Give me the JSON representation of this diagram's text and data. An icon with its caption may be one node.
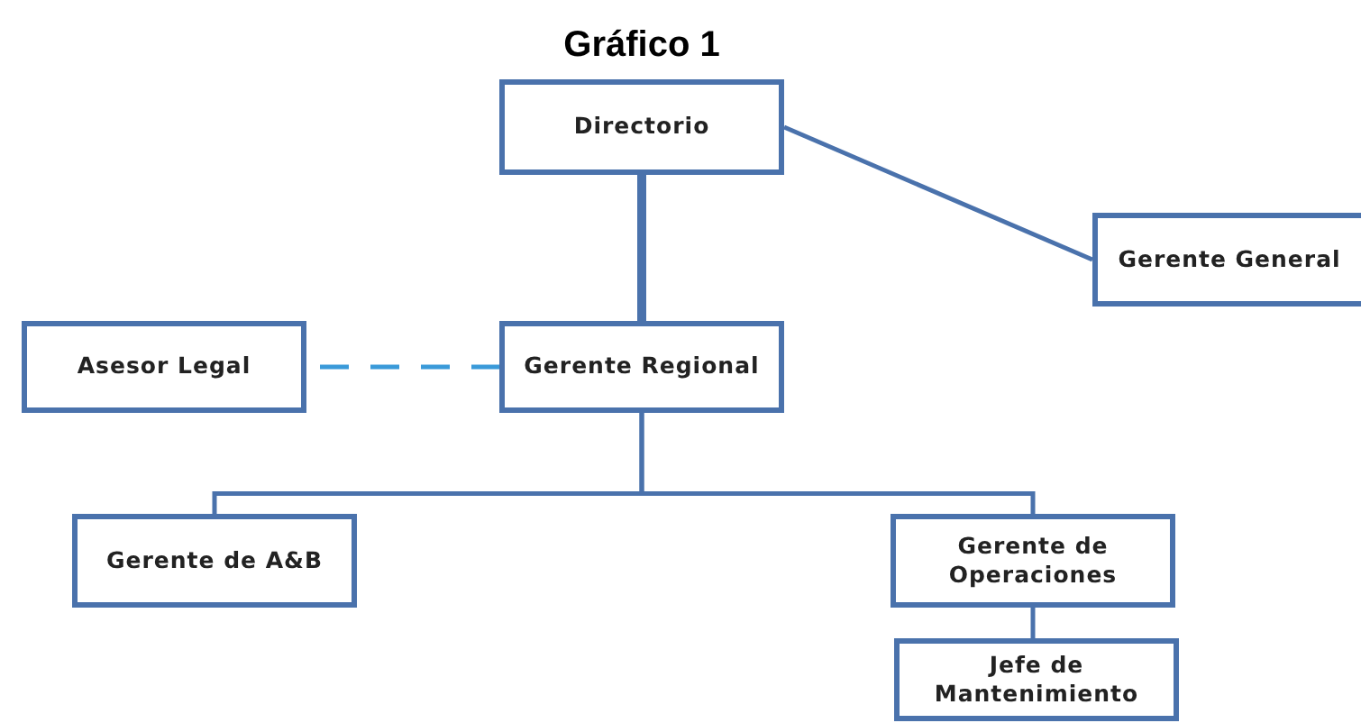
{
  "diagram": {
    "title": "Gráfico 1",
    "nodes": [
      {
        "text": [
          "Directorio"
        ]
      },
      {
        "text": [
          "Gerente General"
        ]
      },
      {
        "text": [
          "Asesor Legal"
        ]
      },
      {
        "text": [
          "Gerente Regional"
        ]
      },
      {
        "text": [
          "Gerente de A&B"
        ]
      },
      {
        "text": [
          "Gerente de Operaciones"
        ]
      },
      {
        "text": [
          "Jefe de Mantenimiento"
        ]
      }
    ],
    "edges": [
      {
        "from": 0,
        "to": 3,
        "arrow": "none",
        "style": "thick"
      },
      {
        "from": 0,
        "to": 1,
        "arrow": "none"
      },
      {
        "from": 2,
        "to": 3,
        "arrow": "none",
        "style": "dashed",
        "color": "#3a9ad9"
      },
      {
        "from": 3,
        "to": 4,
        "arrow": "none"
      },
      {
        "from": 3,
        "to": 5,
        "arrow": "none"
      },
      {
        "from": 5,
        "to": 6,
        "arrow": "none"
      }
    ]
  }
}
